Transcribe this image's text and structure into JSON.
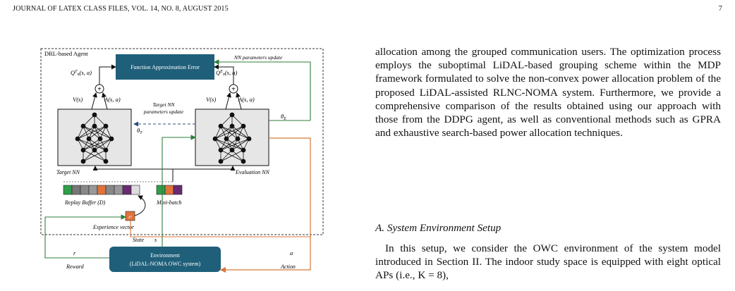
{
  "header": {
    "left": "JOURNAL OF LATEX CLASS FILES, VOL. 14, NO. 8, AUGUST 2015",
    "page_number": "7"
  },
  "figure": {
    "agent_label": "DRL-based Agent",
    "fae_label": "Function Approximation Error",
    "nn_update_label": "NN parameters update",
    "q_target": "QπT(s, a)",
    "q_eval": "QπE(s, a)",
    "v_left": "V(s)",
    "a_left": "A(s, a)",
    "v_right": "V(s)",
    "a_right": "A(s, a)",
    "target_update_line1": "Target NN",
    "target_update_line2": "parameters update",
    "theta_t": "θT",
    "theta_e": "θE",
    "target_nn": "Target NN",
    "evaluation_nn": "Evaluation NN",
    "replay_buffer": "Replay Buffer (D)",
    "mini_batch": "Mini-batch",
    "experience_vector": "Experience vector",
    "et_symbol": "eᵗ",
    "state": "State",
    "s": "s",
    "r": "r",
    "reward": "Reward",
    "a": "a",
    "action": "Action",
    "env_line1": "Environment",
    "env_line2": "(LiDAL-NOMA OWC system)",
    "colors": {
      "box_fill": "#1f5f7a",
      "green": "#2f7d3b",
      "orange": "#d9773a",
      "purple": "#6a2a72",
      "grey_panel": "#e6e6e6",
      "dashed_blue": "#2b4f7a"
    }
  },
  "text": {
    "para1": "allocation among the grouped communication users. The optimization process employs the suboptimal LiDAL-based grouping scheme within the MDP framework formulated to solve the non-convex power allocation problem of the proposed LiDAL-assisted RLNC-NOMA system. Furthermore, we provide a comprehensive comparison of the results obtained using our approach with those from the DDPG agent, as well as conventional methods such as GPRA and exhaustive search-based power allocation techniques.",
    "section_title": "A. System Environment Setup",
    "para2": "In this setup, we consider the OWC environment of the system model introduced in Section II. The indoor study space is equipped with eight optical APs (i.e., K = 8),"
  }
}
